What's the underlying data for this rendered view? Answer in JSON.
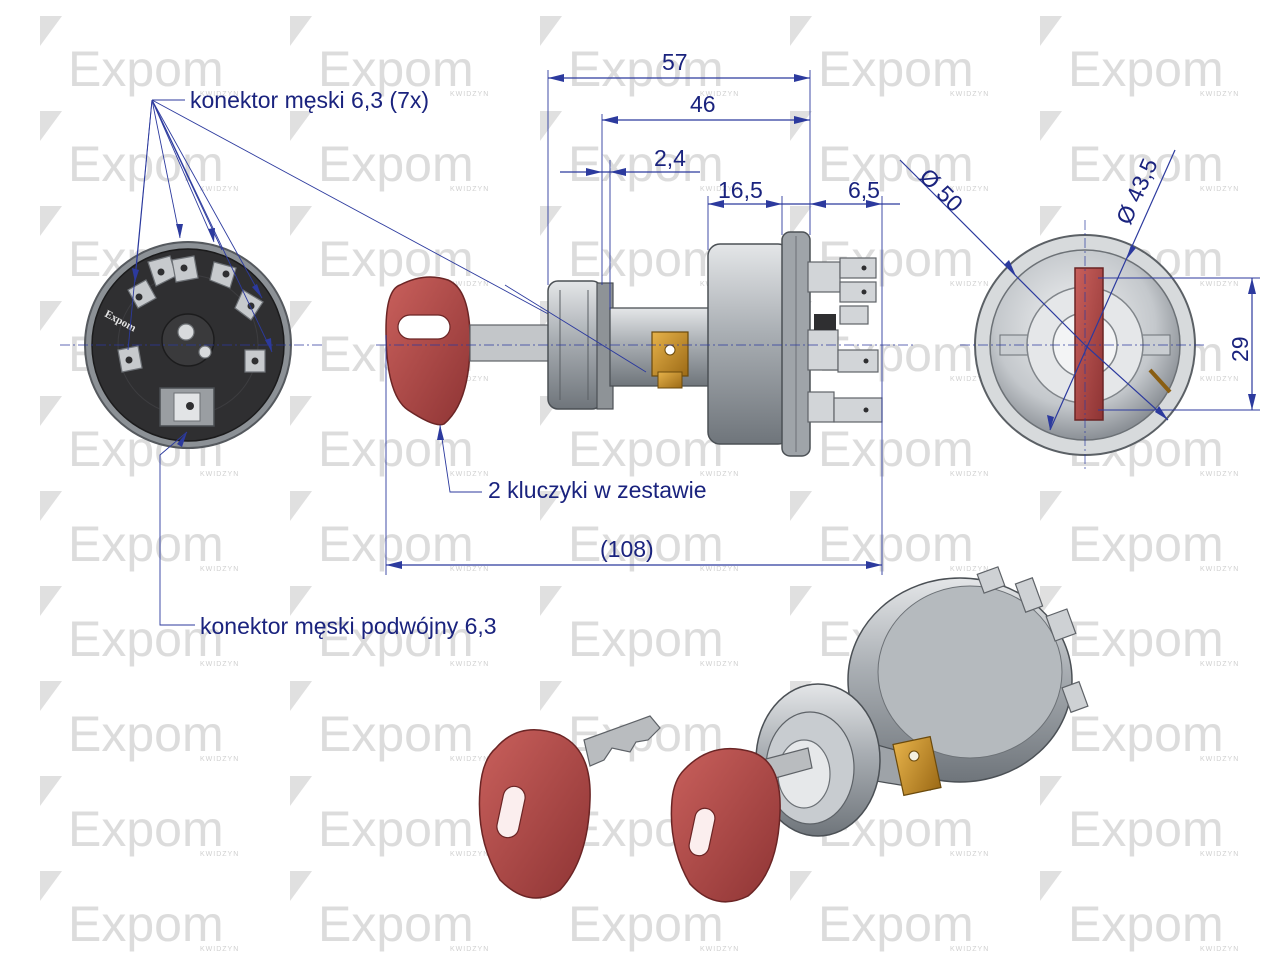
{
  "watermark": {
    "brand": "Expom",
    "sub": "KWIDZYN"
  },
  "labels": {
    "connector_7x": "konektor męski 6,3 (7x)",
    "connector_double": "konektor męski podwójny 6,3",
    "keys": "2 kluczyki w zestawie"
  },
  "dimensions": {
    "d57": "57",
    "d46": "46",
    "d2_4": "2,4",
    "d16_5": "16,5",
    "d6_5": "6,5",
    "d108": "(108)",
    "dia50": "Ø 50",
    "dia43_5": "Ø 43,5",
    "d29": "29"
  },
  "logo_on_part": "Expom",
  "colors": {
    "dimension": "#1a237e",
    "key": "#b84a4a",
    "housing": "#9ea3a8",
    "connector_base": "#2d2d2f",
    "watermark": "#dcdcdc"
  }
}
